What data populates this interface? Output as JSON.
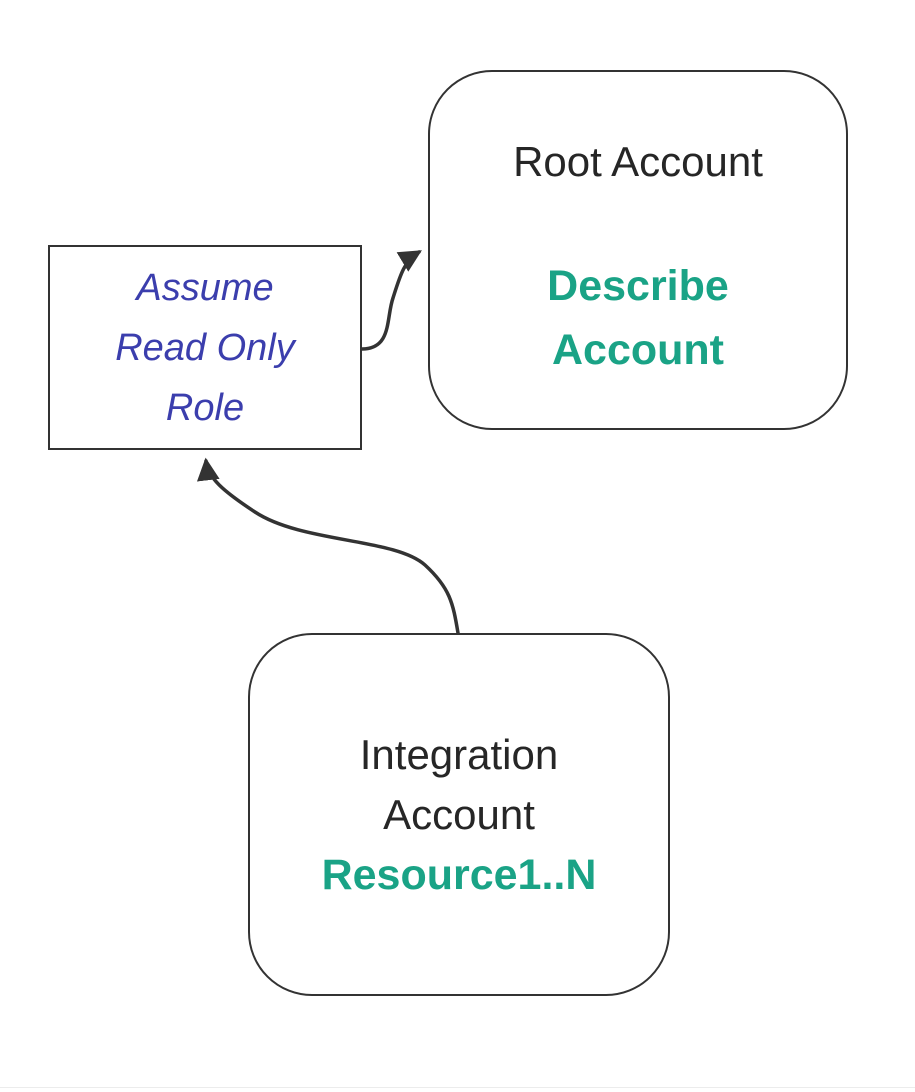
{
  "diagram": {
    "colors": {
      "accent_teal": "#1AA386",
      "label_blue": "#3B3EAD",
      "node_stroke": "#333333",
      "text_dark": "#262626",
      "background": "#ffffff"
    },
    "nodes": {
      "root_account": {
        "title": "Root Account",
        "action_line1": "Describe",
        "action_line2": "Account"
      },
      "integration_account": {
        "title_line1": "Integration",
        "title_line2": "Account",
        "resource_label": "Resource1..N"
      }
    },
    "edge_label": {
      "line1": "Assume",
      "line2": "Read Only",
      "line3": "Role"
    }
  }
}
